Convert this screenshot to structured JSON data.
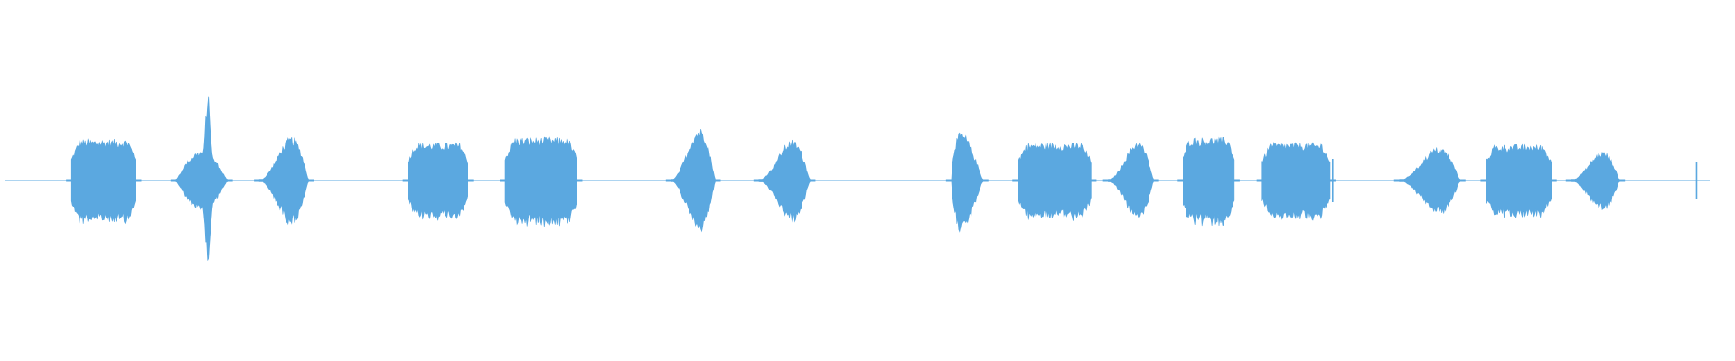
{
  "waveform": {
    "color": "#5ba8e0",
    "background": "#ffffff",
    "channels": 1,
    "duration_fraction_drawn": 1.0,
    "bursts": [
      {
        "start": 0.0393,
        "end": 0.0771,
        "peak": 0.23,
        "shape": "plateau"
      },
      {
        "start": 0.1006,
        "end": 0.1307,
        "peak": 0.48,
        "shape": "spike"
      },
      {
        "start": 0.1495,
        "end": 0.1784,
        "peak": 0.3,
        "shape": "rise"
      },
      {
        "start": 0.2367,
        "end": 0.2717,
        "peak": 0.21,
        "shape": "plateau"
      },
      {
        "start": 0.2936,
        "end": 0.3357,
        "peak": 0.24,
        "shape": "plateau"
      },
      {
        "start": 0.391,
        "end": 0.4168,
        "peak": 0.36,
        "shape": "rise"
      },
      {
        "start": 0.4424,
        "end": 0.4724,
        "peak": 0.28,
        "shape": "rise"
      },
      {
        "start": 0.5553,
        "end": 0.5738,
        "peak": 0.27,
        "shape": "decay"
      },
      {
        "start": 0.5942,
        "end": 0.6372,
        "peak": 0.21,
        "shape": "plateau"
      },
      {
        "start": 0.6474,
        "end": 0.6739,
        "peak": 0.27,
        "shape": "rise"
      },
      {
        "start": 0.6912,
        "end": 0.7212,
        "peak": 0.24,
        "shape": "plateau"
      },
      {
        "start": 0.7375,
        "end": 0.7774,
        "peak": 0.21,
        "shape": "plateau"
      },
      {
        "start": 0.8181,
        "end": 0.8536,
        "peak": 0.23,
        "shape": "rise"
      },
      {
        "start": 0.8688,
        "end": 0.9071,
        "peak": 0.2,
        "shape": "plateau"
      },
      {
        "start": 0.9188,
        "end": 0.9471,
        "peak": 0.2,
        "shape": "rise"
      }
    ],
    "clicks": [
      {
        "at": 0.7789,
        "peak": 0.12
      },
      {
        "at": 0.9923,
        "peak": 0.1
      }
    ]
  }
}
